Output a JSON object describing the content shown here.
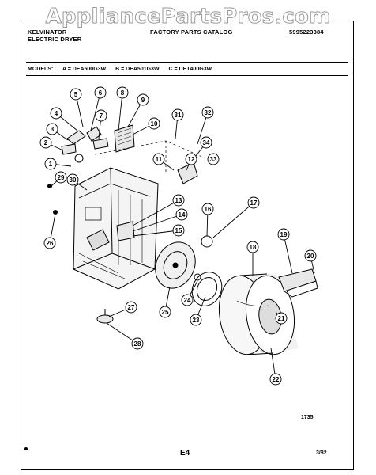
{
  "watermark": "AppliancePartsPros.com",
  "header": {
    "brand_line1": "KELVINATOR",
    "brand_line2": "ELECTRIC DRYER",
    "catalog": "FACTORY PARTS CATALOG",
    "catalog_number": "5995223384"
  },
  "models": {
    "label": "MODELS:",
    "a": "A = DEA500G3W",
    "b": "B = DEA501G3W",
    "c": "C = DET400G3W"
  },
  "callouts": [
    "1",
    "2",
    "3",
    "4",
    "5",
    "6",
    "7",
    "8",
    "9",
    "10",
    "11",
    "12",
    "13",
    "14",
    "15",
    "16",
    "17",
    "18",
    "19",
    "20",
    "21",
    "22",
    "23",
    "24",
    "25",
    "26",
    "27",
    "28",
    "29",
    "30",
    "31",
    "32",
    "33",
    "34"
  ],
  "figure_number": "1735",
  "footer": {
    "page": "E4",
    "date": "3/82"
  }
}
